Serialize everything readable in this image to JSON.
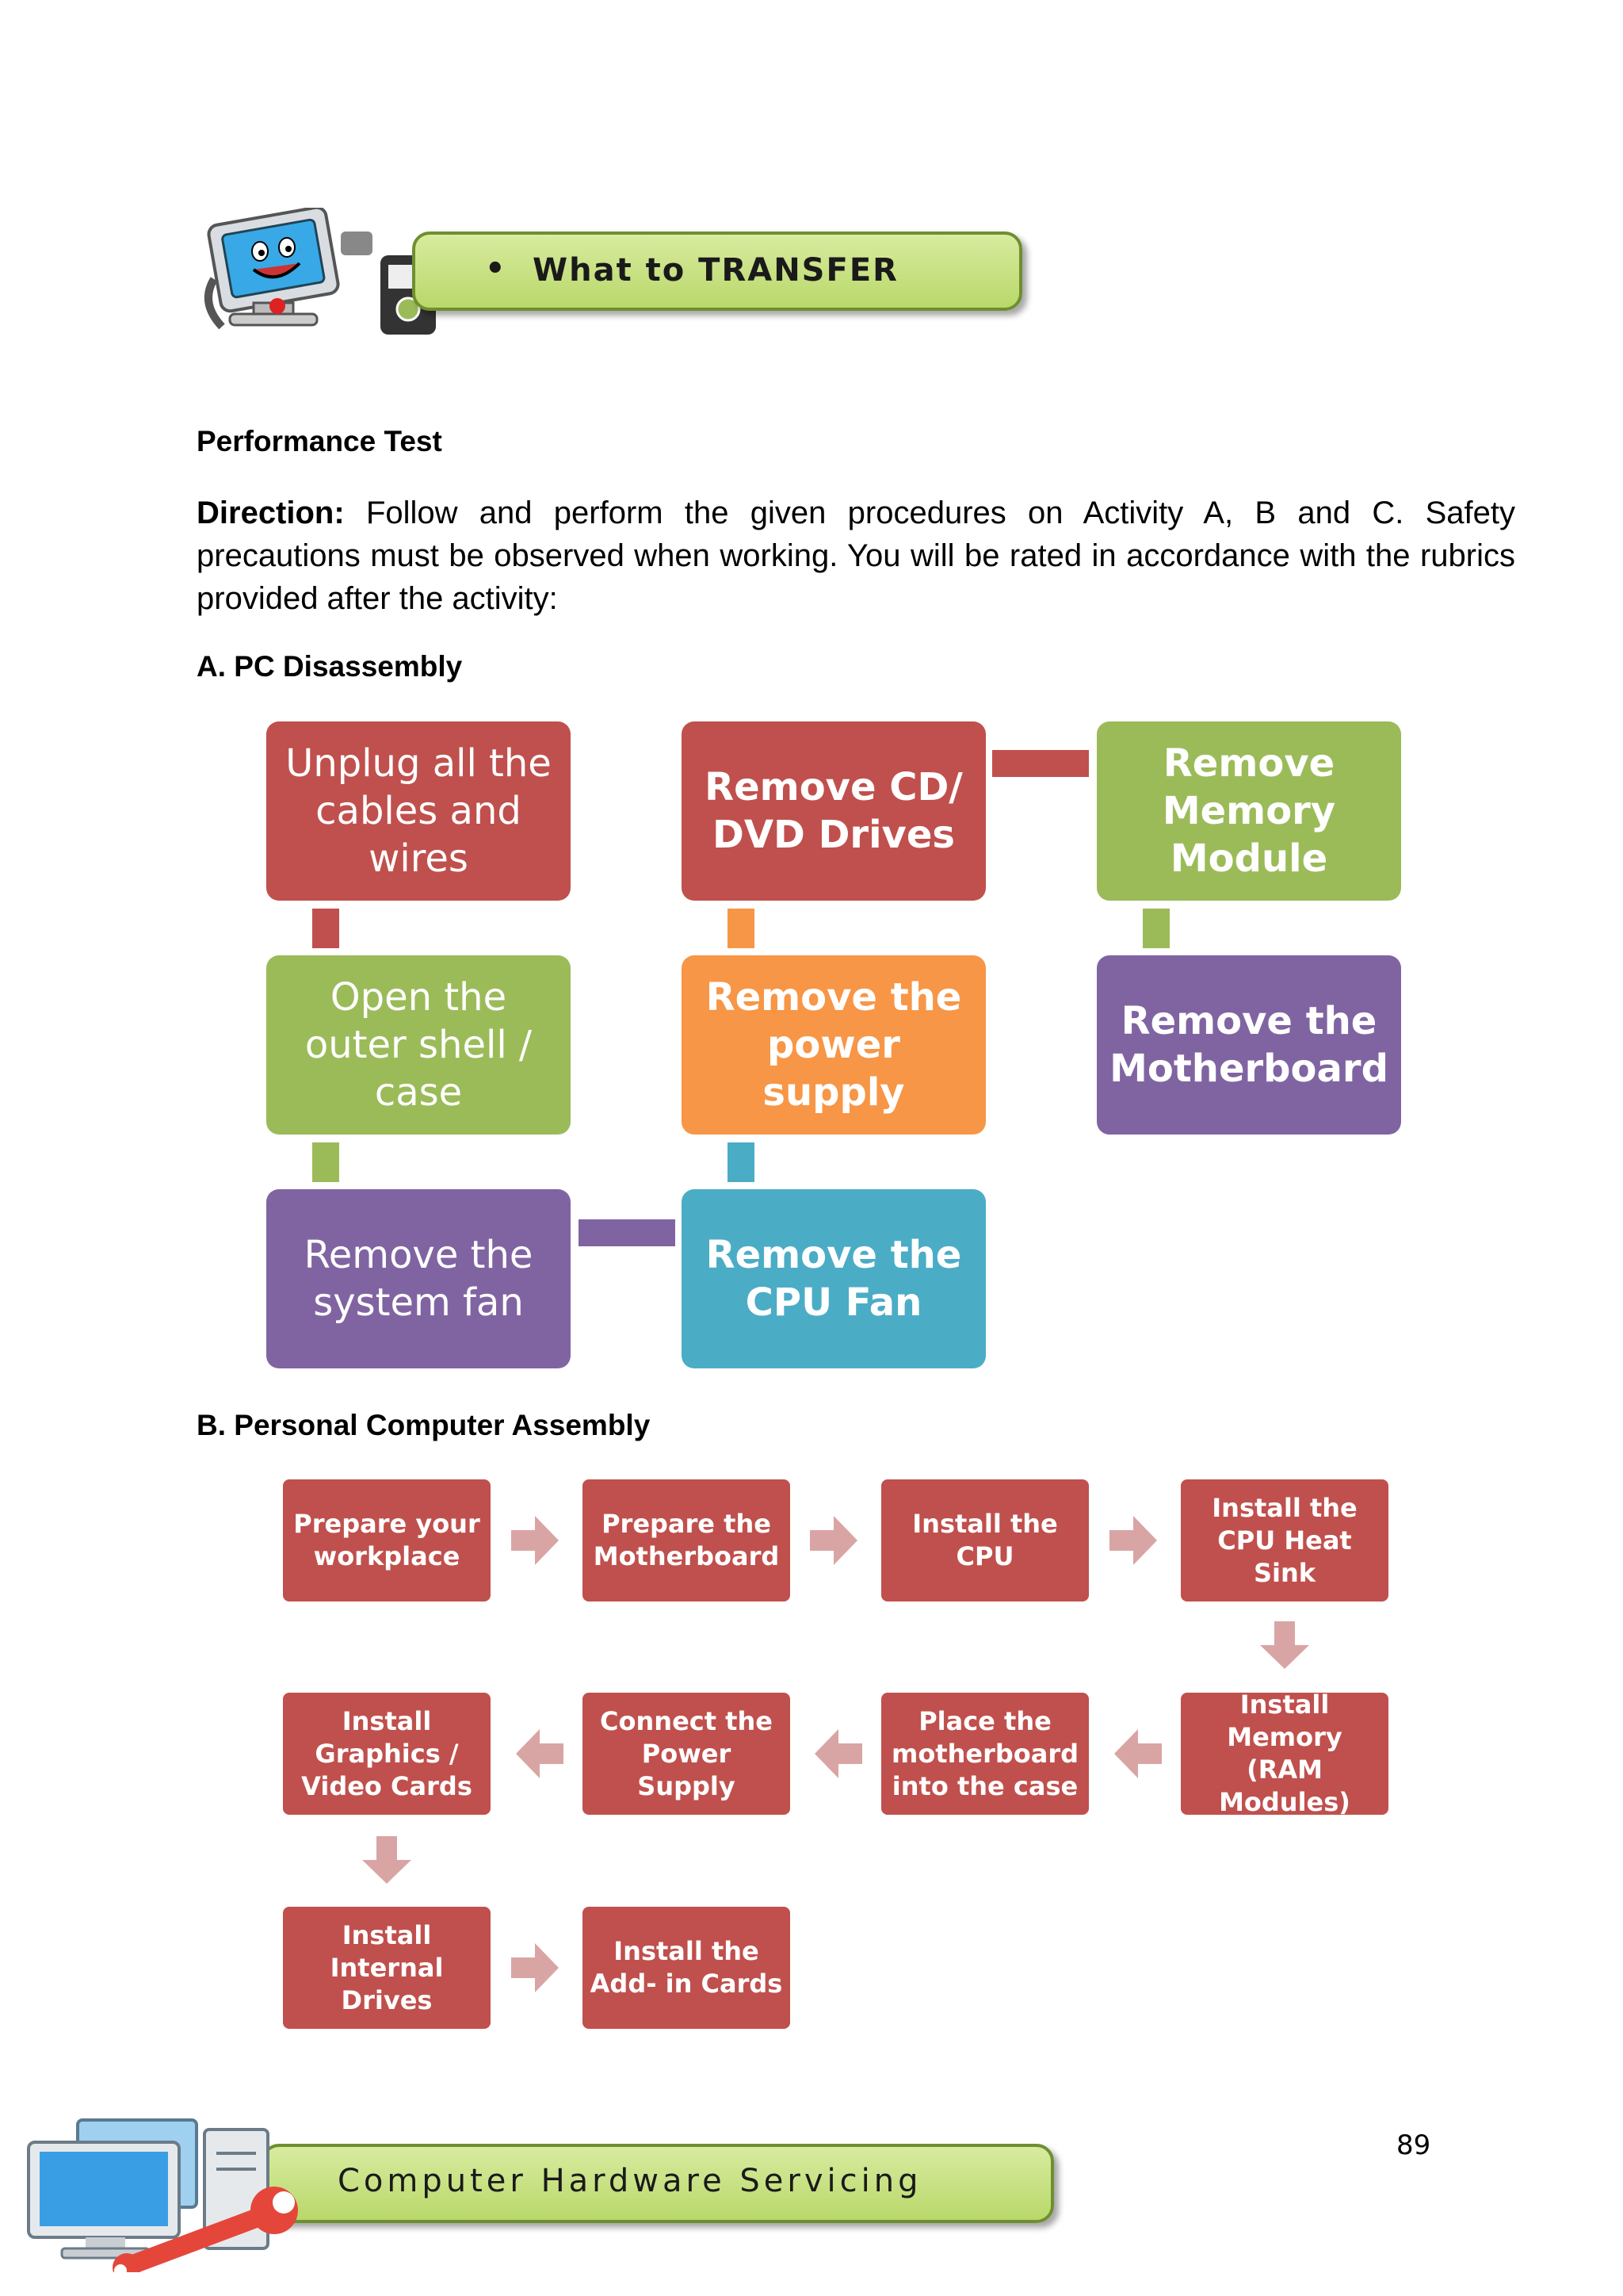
{
  "header": {
    "banner_label": "What to TRANSFER",
    "bullet": "•"
  },
  "performance_test": {
    "title": "Performance Test",
    "direction_label": "Direction:",
    "direction_text": " Follow and perform the given procedures on Activity A, B and C. Safety precautions must be observed when working. You will be rated in accordance with the rubrics provided after the activity:"
  },
  "section_a": {
    "title": "A. PC Disassembly",
    "steps": [
      "Unplug all the cables and wires",
      "Open the outer shell / case",
      "Remove the system fan",
      "Remove the CPU Fan",
      "Remove the power supply",
      "Remove CD/ DVD Drives",
      "Remove Memory Module",
      "Remove the Motherboard"
    ]
  },
  "section_b": {
    "title": "B. Personal Computer Assembly",
    "steps": [
      "Prepare your workplace",
      "Prepare the Motherboard",
      "Install the CPU",
      "Install the CPU Heat Sink",
      "Install Memory (RAM Modules)",
      "Place the motherboard into the case",
      "Connect the Power Supply",
      "Install Graphics / Video Cards",
      "Install Internal Drives",
      "Install the Add- in Cards"
    ]
  },
  "footer": {
    "banner_label": "Computer Hardware Servicing",
    "page_number": "89"
  },
  "colors": {
    "red": "#c0504d",
    "green": "#9bbb59",
    "orange": "#f79646",
    "purple": "#8064a2",
    "teal": "#4bacc6",
    "arrow": "#d9a5a4",
    "banner": "#b9d86a"
  }
}
